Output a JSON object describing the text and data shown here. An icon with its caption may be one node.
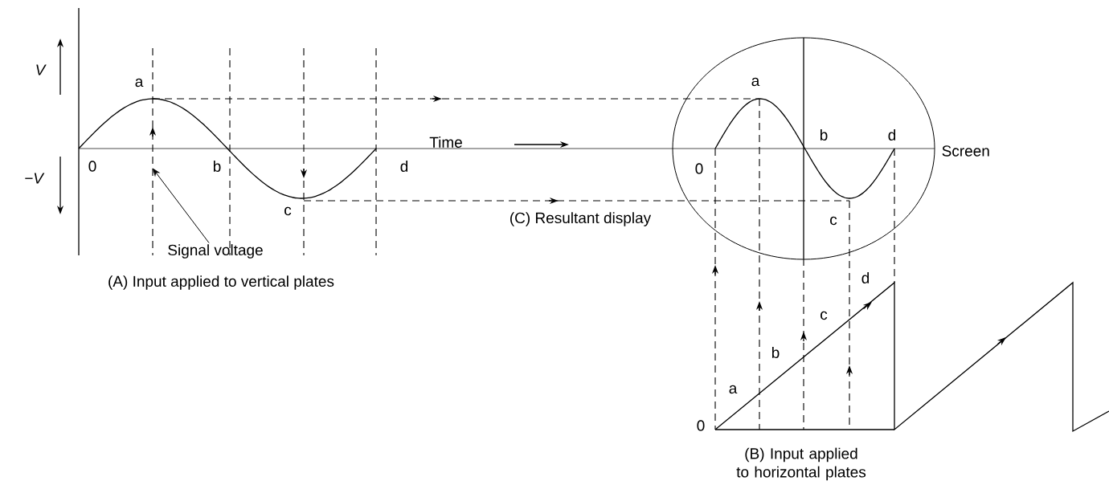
{
  "diagram": {
    "nodes": [
      {
        "text": [
          "Signal voltage"
        ]
      },
      {
        "text": [],
        "shape": "curve"
      }
    ],
    "edges": [
      {
        "from": 0,
        "to": 1,
        "arrow": "to"
      }
    ],
    "labels": [
      "V",
      "a",
      "Time",
      "a",
      "b",
      "d",
      "Screen",
      "0",
      "b",
      "d",
      "−V",
      "0",
      "c",
      "c",
      "(C) Resultant display",
      "(A) Input applied to vertical plates",
      "d",
      "c",
      "b",
      "a",
      "0",
      "(B) Input applied to horizontal plates"
    ]
  }
}
